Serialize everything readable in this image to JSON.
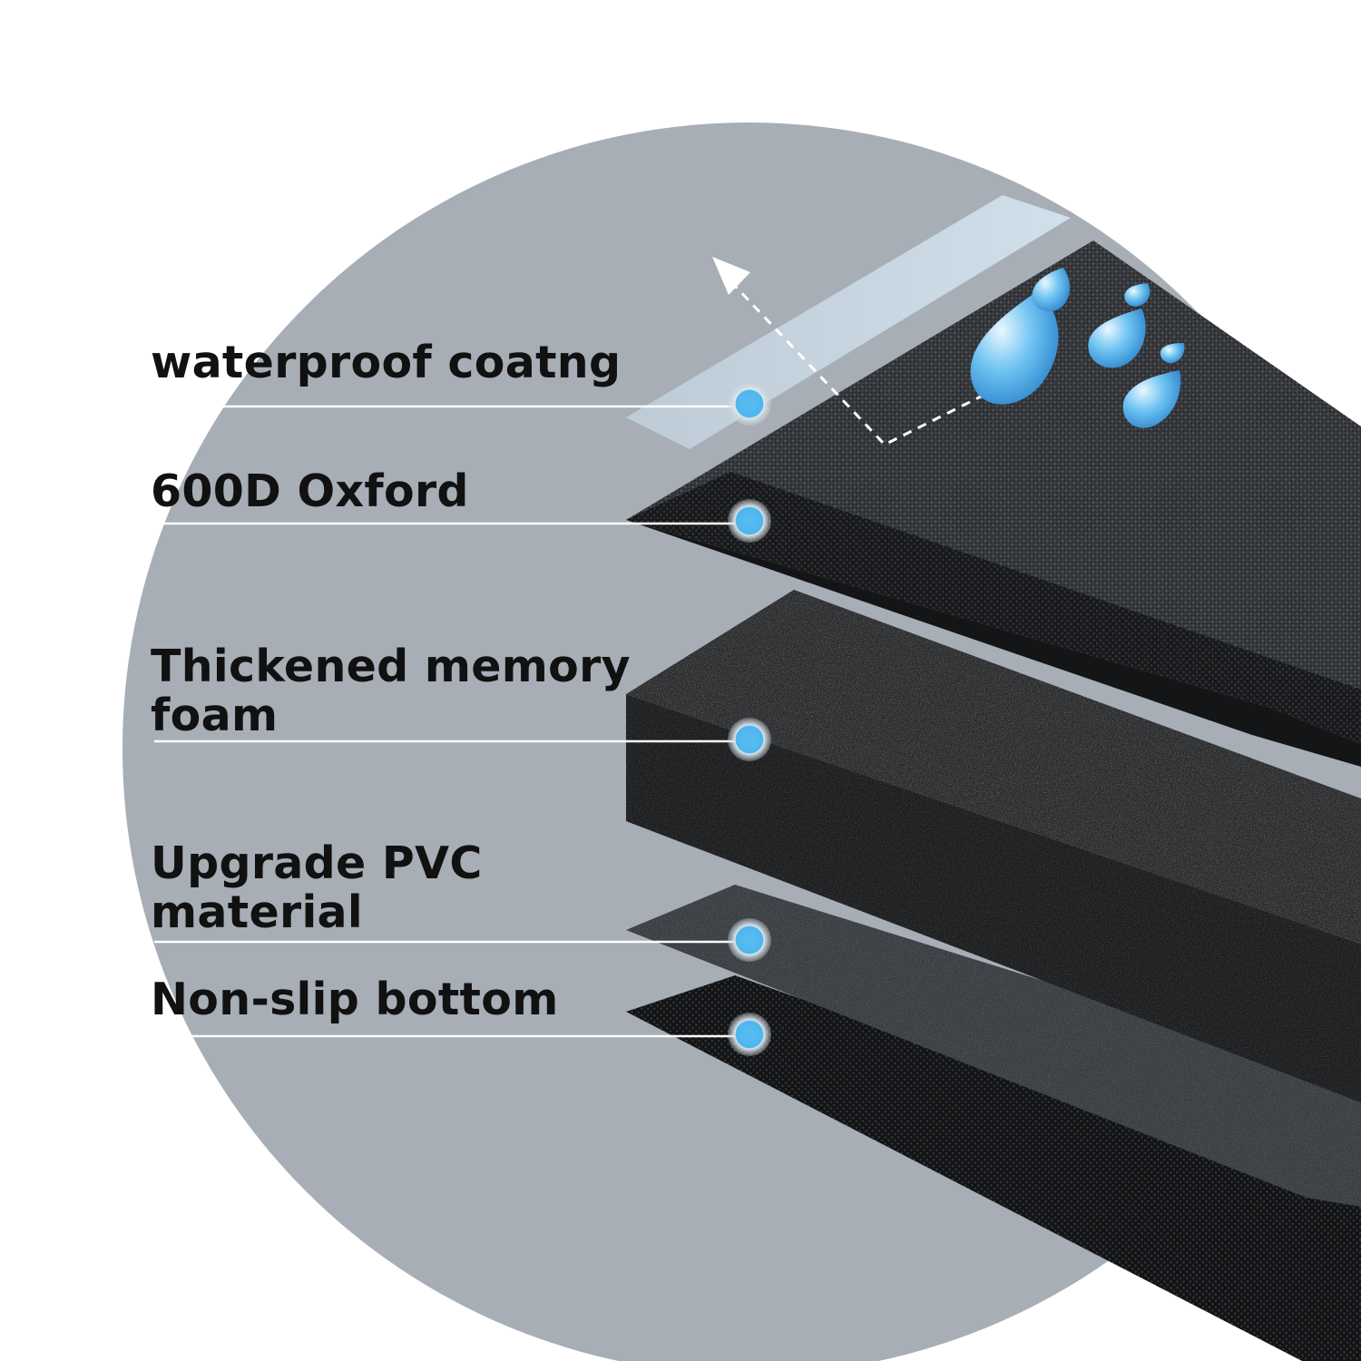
{
  "layers": [
    {
      "id": "waterproof",
      "lines": [
        "waterproof coatng"
      ]
    },
    {
      "id": "oxford",
      "lines": [
        "600D Oxford"
      ]
    },
    {
      "id": "foam",
      "lines": [
        "Thickened memory",
        "foam"
      ]
    },
    {
      "id": "pvc",
      "lines": [
        "Upgrade PVC",
        "material"
      ]
    },
    {
      "id": "bottom",
      "lines": [
        "Non-slip bottom"
      ]
    }
  ],
  "colors": {
    "backdrop": "#a7aeb6",
    "leader_line": "#ffffff",
    "marker": "#4fb6ee",
    "water": "#5ab4ec"
  },
  "icons": [
    "dashed-arrow-icon",
    "water-drop-icon"
  ]
}
